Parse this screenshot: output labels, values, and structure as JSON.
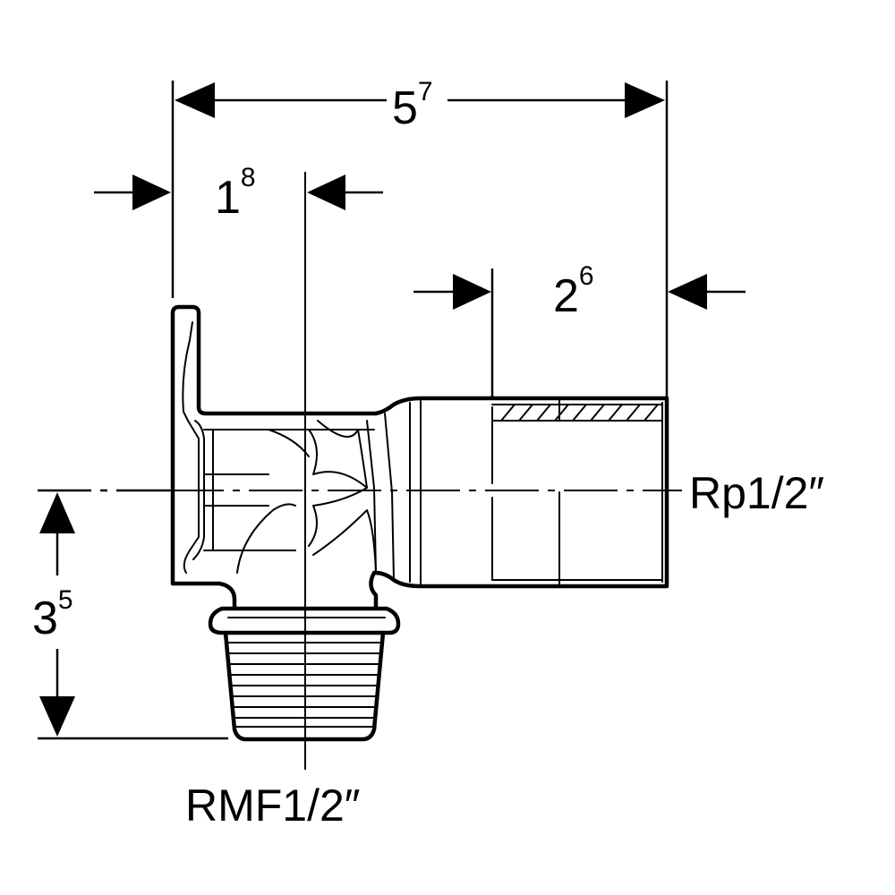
{
  "dimensions": {
    "overall_width": {
      "base": "5",
      "sup": "7"
    },
    "flange_offset": {
      "base": "1",
      "sup": "8"
    },
    "socket_depth": {
      "base": "2",
      "sup": "6"
    },
    "height": {
      "base": "3",
      "sup": "5"
    }
  },
  "threads": {
    "female_outlet": "Rp1/2″",
    "male_inlet": "RMF1/2″"
  },
  "colors": {
    "line": "#000000",
    "background": "#ffffff"
  }
}
